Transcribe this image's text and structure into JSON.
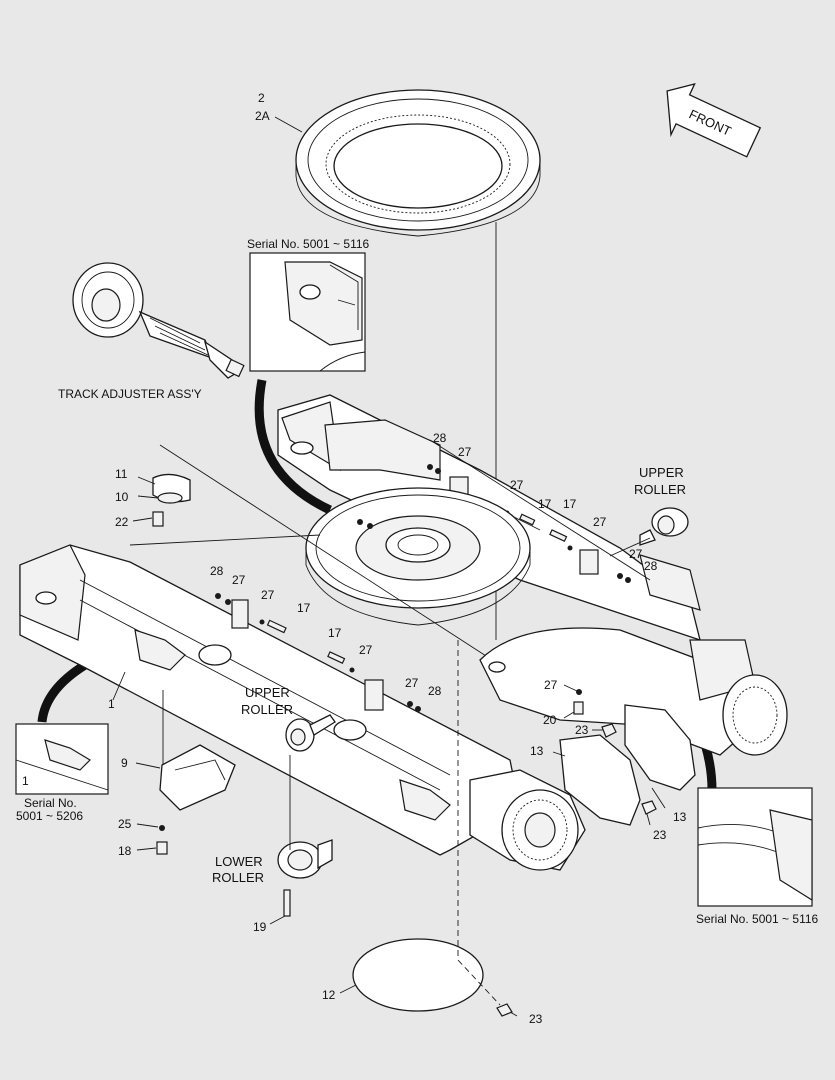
{
  "labels": {
    "ring_top": "2",
    "ring_bottom": "2A",
    "front": "FRONT",
    "track_adjuster": "TRACK ADJUSTER ASS'Y",
    "upper_roller_right_1": "UPPER",
    "upper_roller_right_2": "ROLLER",
    "upper_roller_mid_1": "UPPER",
    "upper_roller_mid_2": "ROLLER",
    "lower_roller_1": "LOWER",
    "lower_roller_2": "ROLLER",
    "serial_top": "Serial No. 5001 ~ 5116",
    "serial_left_1": "Serial No.",
    "serial_left_2": "5001 ~ 5206",
    "serial_right": "Serial No. 5001 ~ 5116",
    "n1": "1",
    "n1b": "1",
    "n9": "9",
    "n10": "10",
    "n11": "11",
    "n12": "12",
    "n13a": "13",
    "n13b": "13",
    "n17a": "17",
    "n17b": "17",
    "n17c": "17",
    "n17d": "17",
    "n18": "18",
    "n19": "19",
    "n20": "20",
    "n22": "22",
    "n23a": "23",
    "n23b": "23",
    "n23c": "23",
    "n25": "25",
    "n27a": "27",
    "n27b": "27",
    "n27c": "27",
    "n27d": "27",
    "n27e": "27",
    "n27f": "27",
    "n27g": "27",
    "n27h": "27",
    "n27i": "27",
    "n28a": "28",
    "n28b": "28",
    "n28c": "28",
    "n28d": "28"
  }
}
